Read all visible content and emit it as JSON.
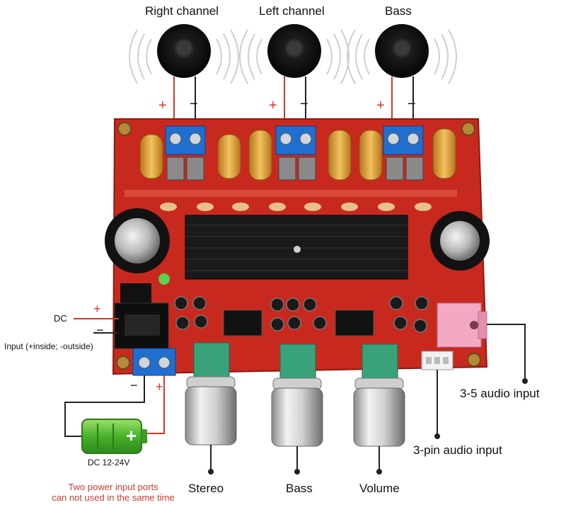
{
  "speakers": [
    {
      "label": "Right channel",
      "plus": "+",
      "minus": "−"
    },
    {
      "label": "Left channel",
      "plus": "+",
      "minus": "−"
    },
    {
      "label": "Bass",
      "plus": "+",
      "minus": "−"
    }
  ],
  "power": {
    "dc_label": "DC",
    "dc_plus": "+",
    "dc_minus": "−",
    "input_note": "Input (+inside; -outside)",
    "terminal_minus": "−",
    "terminal_plus": "+",
    "battery_label": "DC 12-24V",
    "battery_plus": "+",
    "warning_line1": "Two power input ports",
    "warning_line2": "can not used in the same time"
  },
  "knobs": [
    {
      "label": "Stereo"
    },
    {
      "label": "Bass"
    },
    {
      "label": "Volume"
    }
  ],
  "inputs": {
    "jack_label": "3-5 audio input",
    "pin_label": "3-pin audio input"
  },
  "colors": {
    "board": "#c8291f",
    "terminal_blue": "#1f6fd1",
    "wire_red": "#d23a2a",
    "heatsink": "#1a1a1a",
    "coil": "#e0a43a",
    "pot_green": "#3aa27a",
    "audio_jack": "#f3a9c4",
    "battery": "#5cc23a"
  },
  "icons": [
    "speaker-icon",
    "sound-wave-icon",
    "battery-icon"
  ]
}
